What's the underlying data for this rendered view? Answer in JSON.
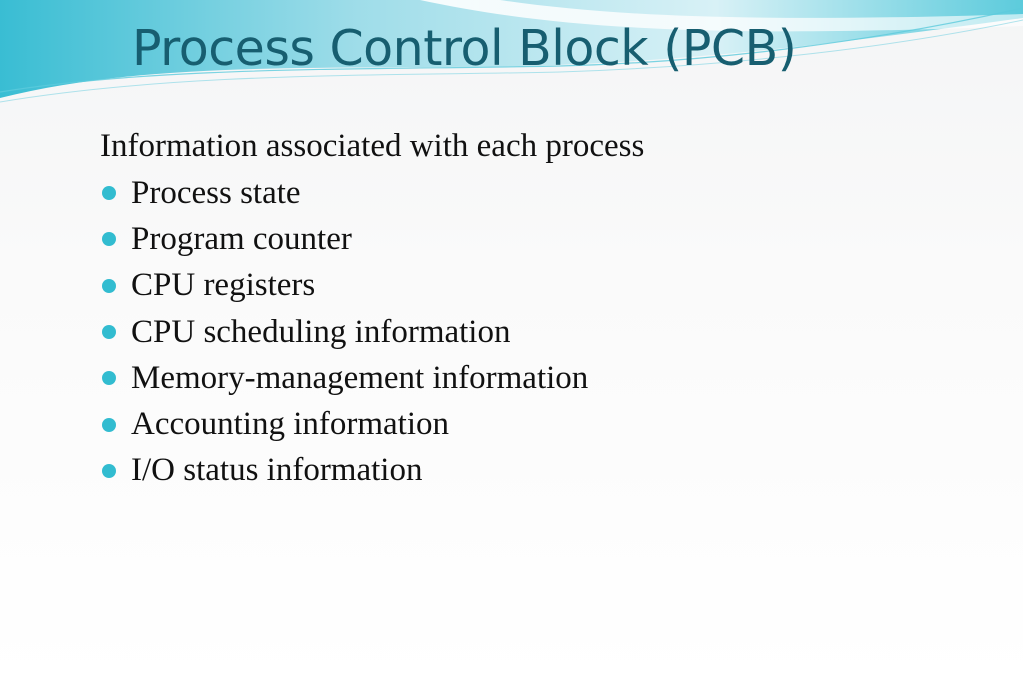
{
  "slide": {
    "title": "Process Control Block (PCB)",
    "intro": "Information associated with each process",
    "bullets": [
      "Process state",
      "Program counter",
      "CPU registers",
      "CPU scheduling information",
      "Memory-management information",
      "Accounting information",
      "I/O status information"
    ]
  },
  "colors": {
    "title": "#175e70",
    "bullet_dot": "#32bcd0",
    "wave_light": "#bfe9f2",
    "wave_dark": "#4fc3d6"
  },
  "icons": {
    "bullet": "bullet-dot-icon"
  }
}
